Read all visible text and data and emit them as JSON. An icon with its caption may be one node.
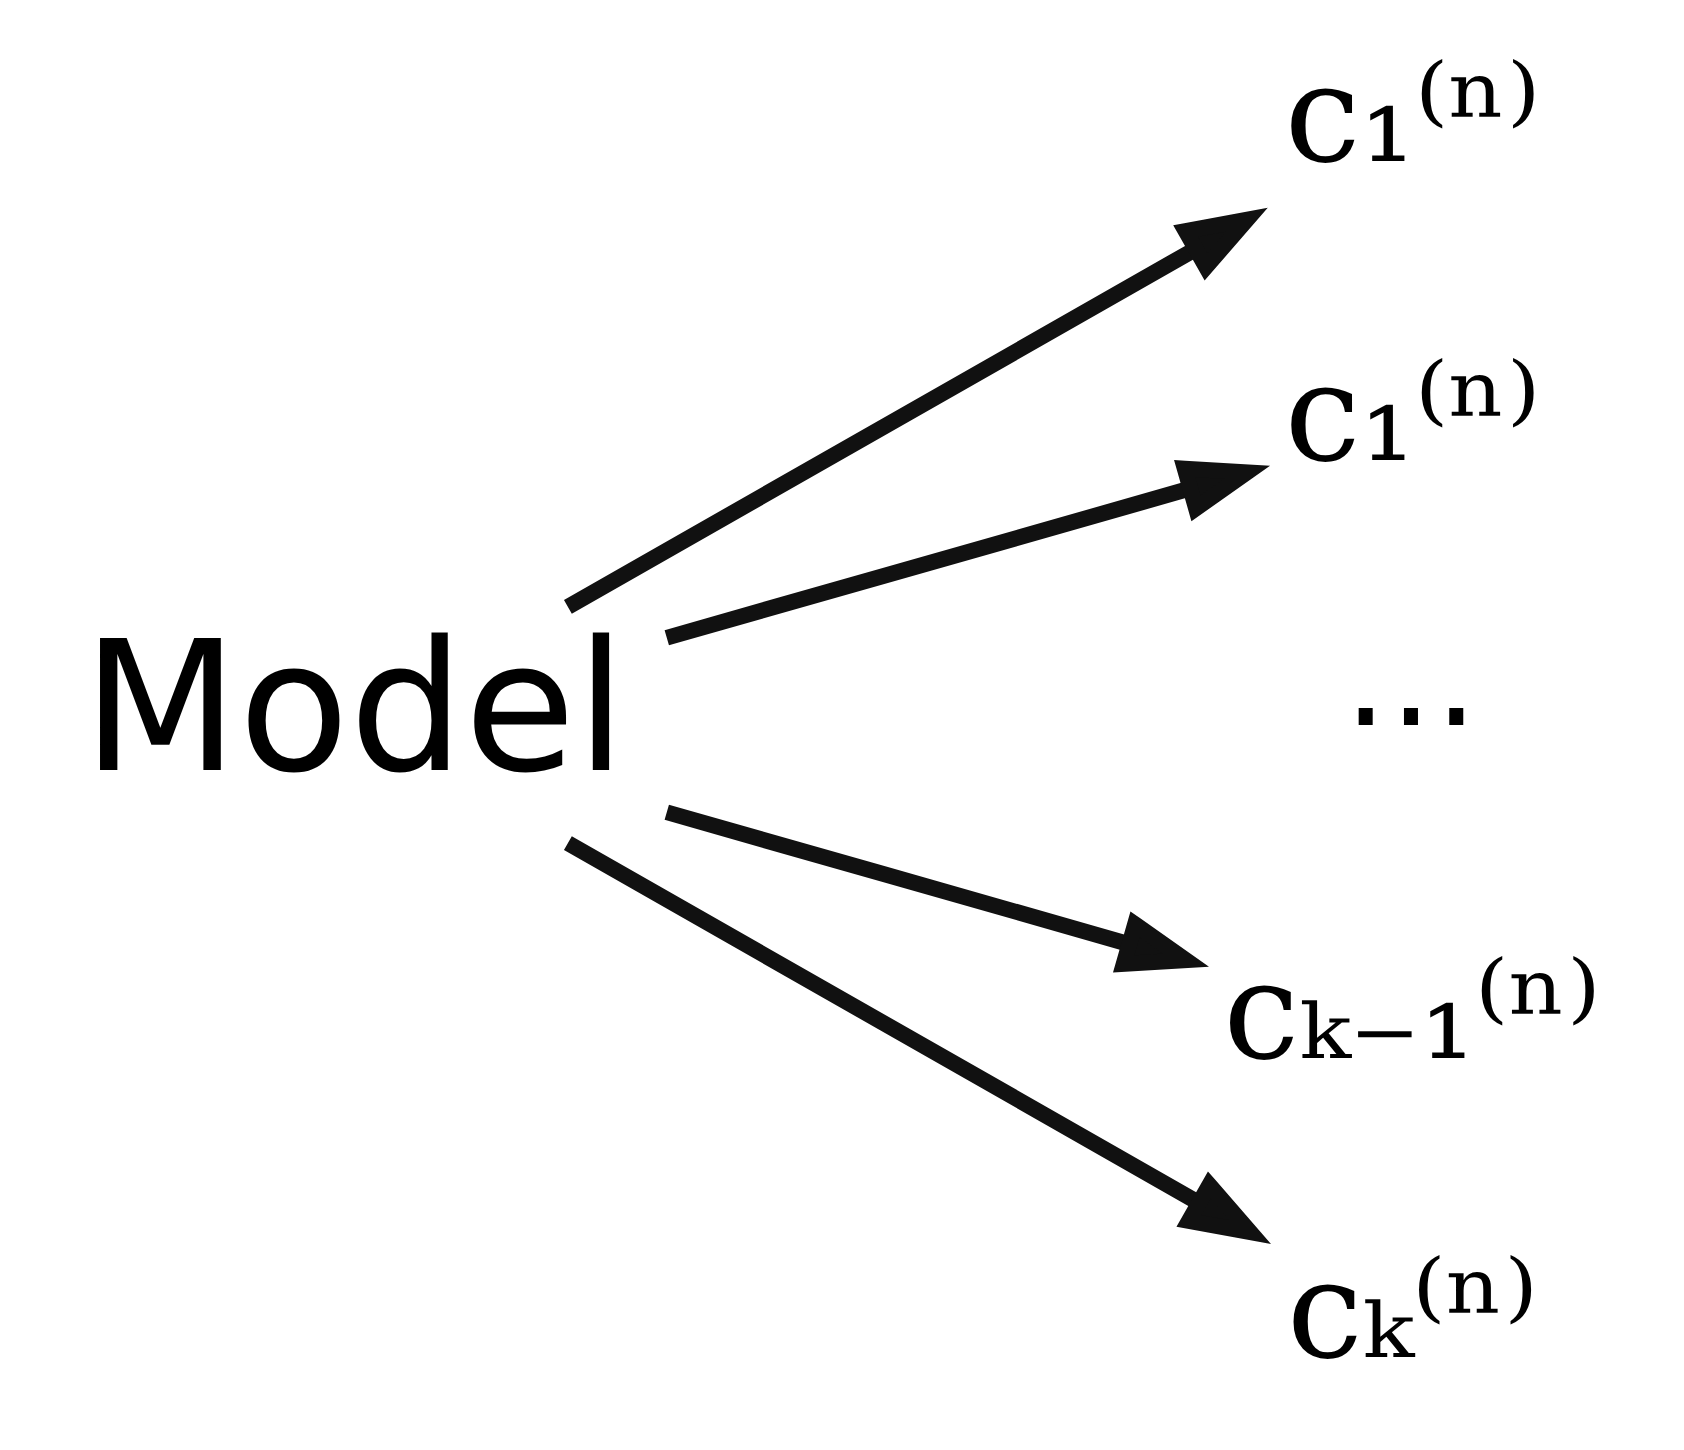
{
  "diagram": {
    "nodes": [
      {
        "text": [
          "Model"
        ]
      },
      {
        "text": [
          "c₁⁽ⁿ⁾"
        ]
      },
      {
        "text": [
          "c₁⁽ⁿ⁾"
        ]
      },
      {
        "text": [
          "cₖ₋₁⁽ⁿ⁾"
        ]
      },
      {
        "text": [
          "cₖ⁽ⁿ⁾"
        ]
      }
    ],
    "edges": [
      {
        "from": 0,
        "to": 1,
        "arrow": "to"
      },
      {
        "from": 0,
        "to": 2,
        "arrow": "to"
      },
      {
        "from": 0,
        "to": 3,
        "arrow": "to"
      },
      {
        "from": 0,
        "to": 4,
        "arrow": "to"
      }
    ],
    "labels": [
      "⋯"
    ]
  }
}
